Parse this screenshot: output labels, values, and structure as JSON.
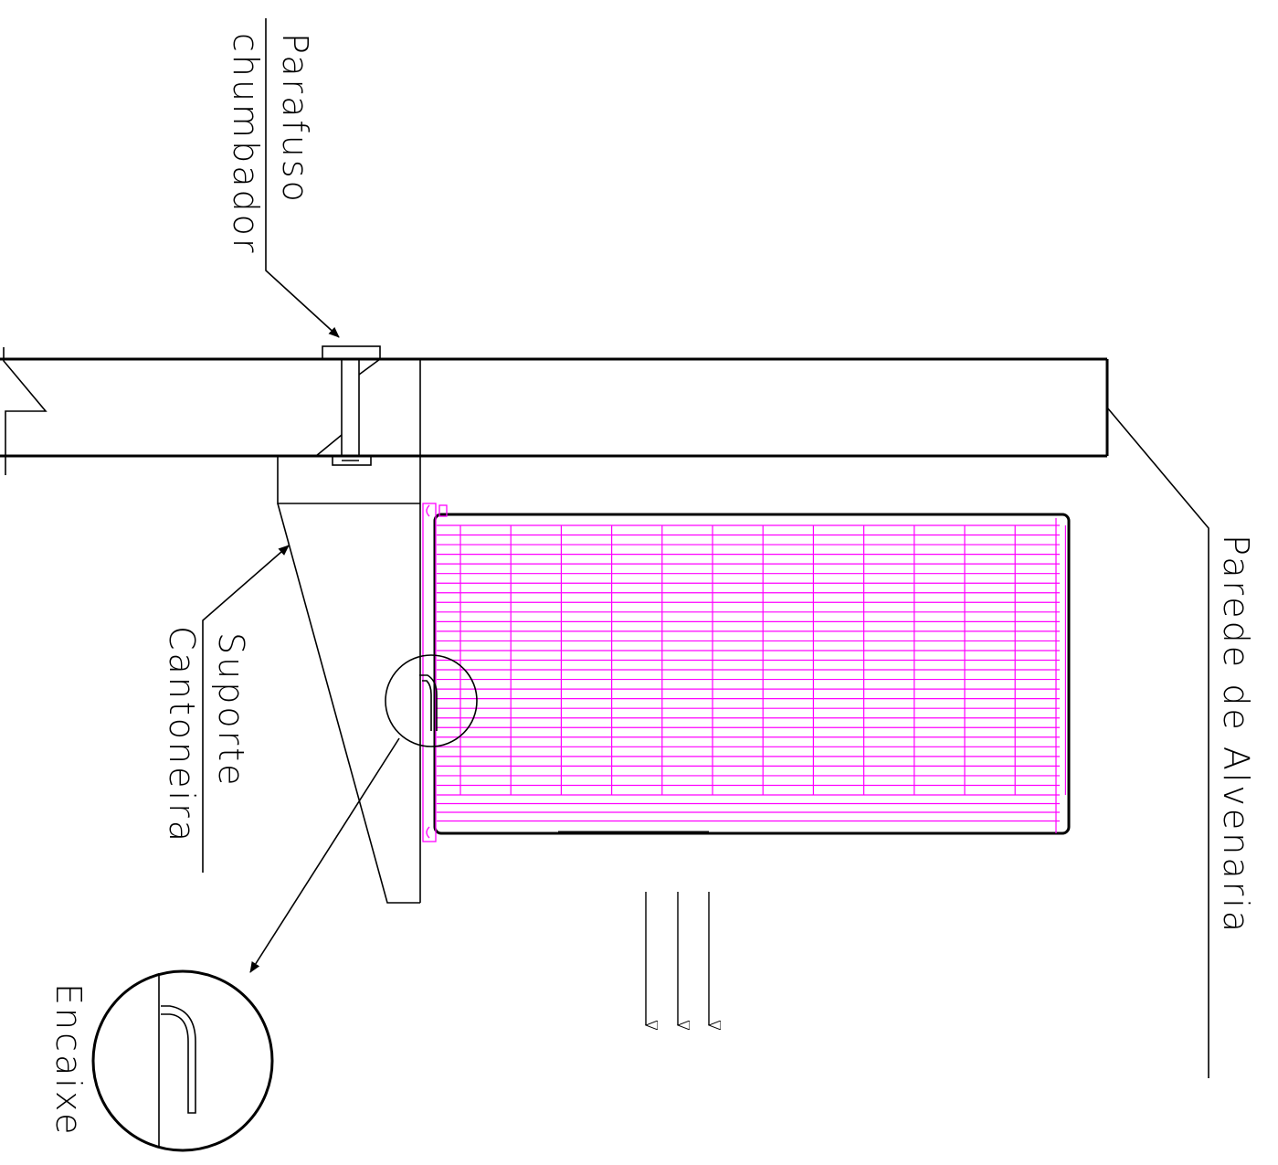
{
  "labels": {
    "bolt_line1": "Parafuso",
    "bolt_line2": "chumbador",
    "wall": "Parede de Alvenaria",
    "support_line1": "Suporte",
    "support_line2": "Cantoneira",
    "detail": "Encaixe"
  },
  "colors": {
    "linework": "#000000",
    "filter_grid": "#ff00ff",
    "background": "#ffffff"
  },
  "filter_grid": {
    "vertical_lines": 13,
    "horizontal_lines": 32
  },
  "airflow_arrows": 3
}
